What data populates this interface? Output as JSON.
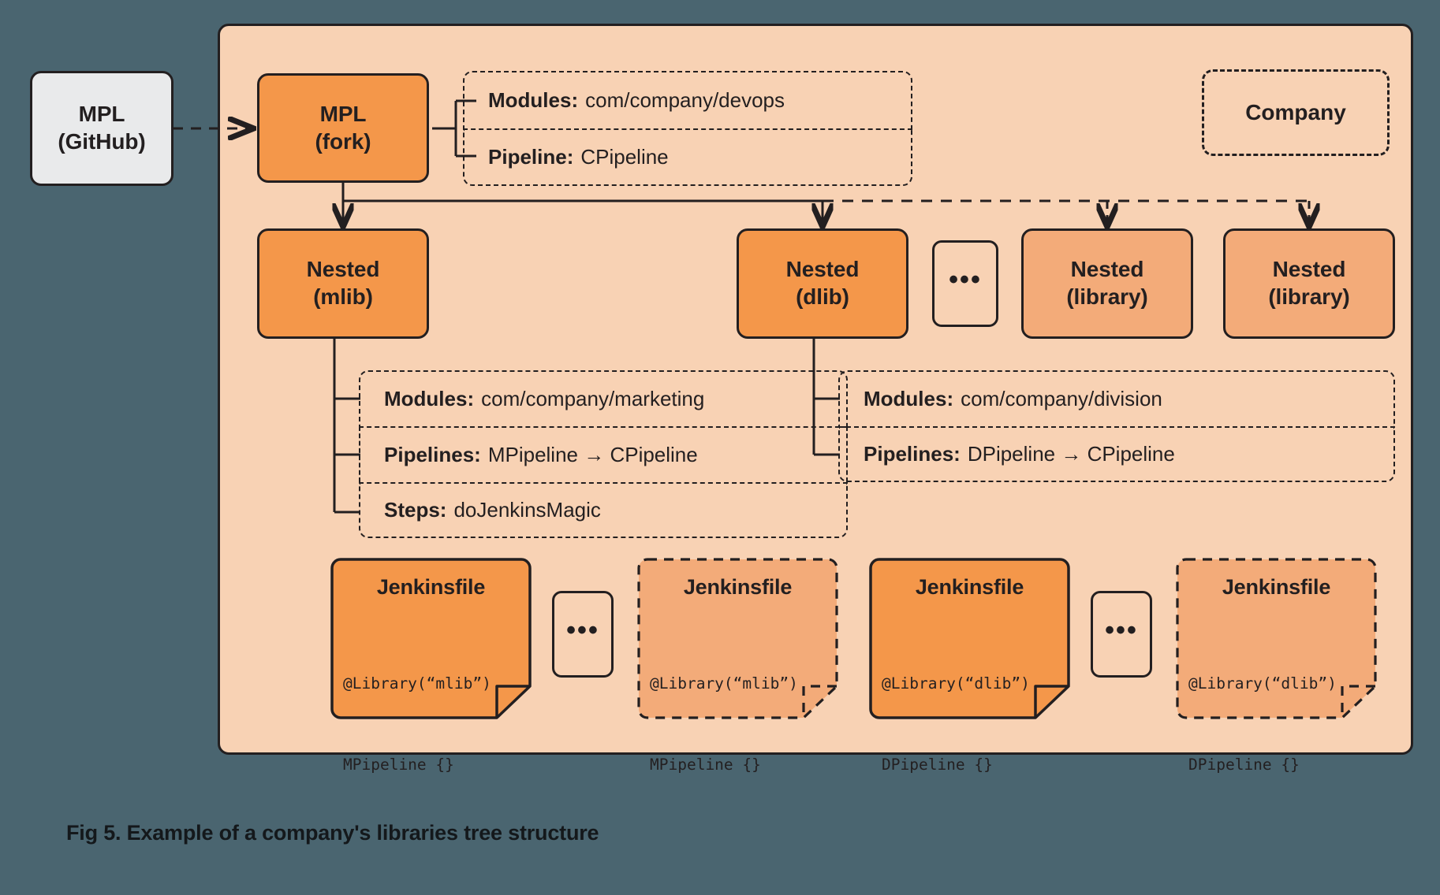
{
  "figure": {
    "caption": "Fig 5. Example of a company's libraries tree structure",
    "background_color": "#4a6570",
    "container_fill": "#f8d2b4",
    "accent_orange": "#f4974a",
    "accent_mid_orange": "#f3ab79",
    "grey_fill": "#e9eaeb",
    "stroke_color": "#231f20"
  },
  "external": {
    "mpl_github": {
      "line1": "MPL",
      "line2": "(GitHub)"
    }
  },
  "container": {
    "label": "Company"
  },
  "nodes": {
    "mpl_fork": {
      "line1": "MPL",
      "line2": "(fork)"
    },
    "nested_mlib": {
      "line1": "Nested",
      "line2": "(mlib)"
    },
    "nested_dlib": {
      "line1": "Nested",
      "line2": "(dlib)"
    },
    "nested_lib_1": {
      "line1": "Nested",
      "line2": "(library)"
    },
    "nested_lib_2": {
      "line1": "Nested",
      "line2": "(library)"
    },
    "ellipsis_nested": "•••"
  },
  "fork_details": [
    {
      "key": "Modules:",
      "value": "com/company/devops"
    },
    {
      "key": "Pipeline:",
      "value": "CPipeline"
    }
  ],
  "mlib_details": [
    {
      "key": "Modules:",
      "value": "com/company/marketing"
    },
    {
      "key": "Pipelines:",
      "value": "MPipeline → CPipeline"
    },
    {
      "key": "Steps:",
      "value": "doJenkinsMagic"
    }
  ],
  "dlib_details": [
    {
      "key": "Modules:",
      "value": "com/company/division"
    },
    {
      "key": "Pipelines:",
      "value": "DPipeline → CPipeline"
    }
  ],
  "jenkinsfiles": [
    {
      "title": "Jenkinsfile",
      "code_line1": "@Library(“mlib”)",
      "code_line2": "MPipeline {}",
      "style": "solid"
    },
    {
      "title": "Jenkinsfile",
      "code_line1": "@Library(“mlib”)",
      "code_line2": "MPipeline {}",
      "style": "dashed"
    },
    {
      "title": "Jenkinsfile",
      "code_line1": "@Library(“dlib”)",
      "code_line2": "DPipeline {}",
      "style": "solid"
    },
    {
      "title": "Jenkinsfile",
      "code_line1": "@Library(“dlib”)",
      "code_line2": "DPipeline {}",
      "style": "dashed"
    }
  ],
  "jenkins_ellipsis": [
    "•••",
    "•••"
  ]
}
